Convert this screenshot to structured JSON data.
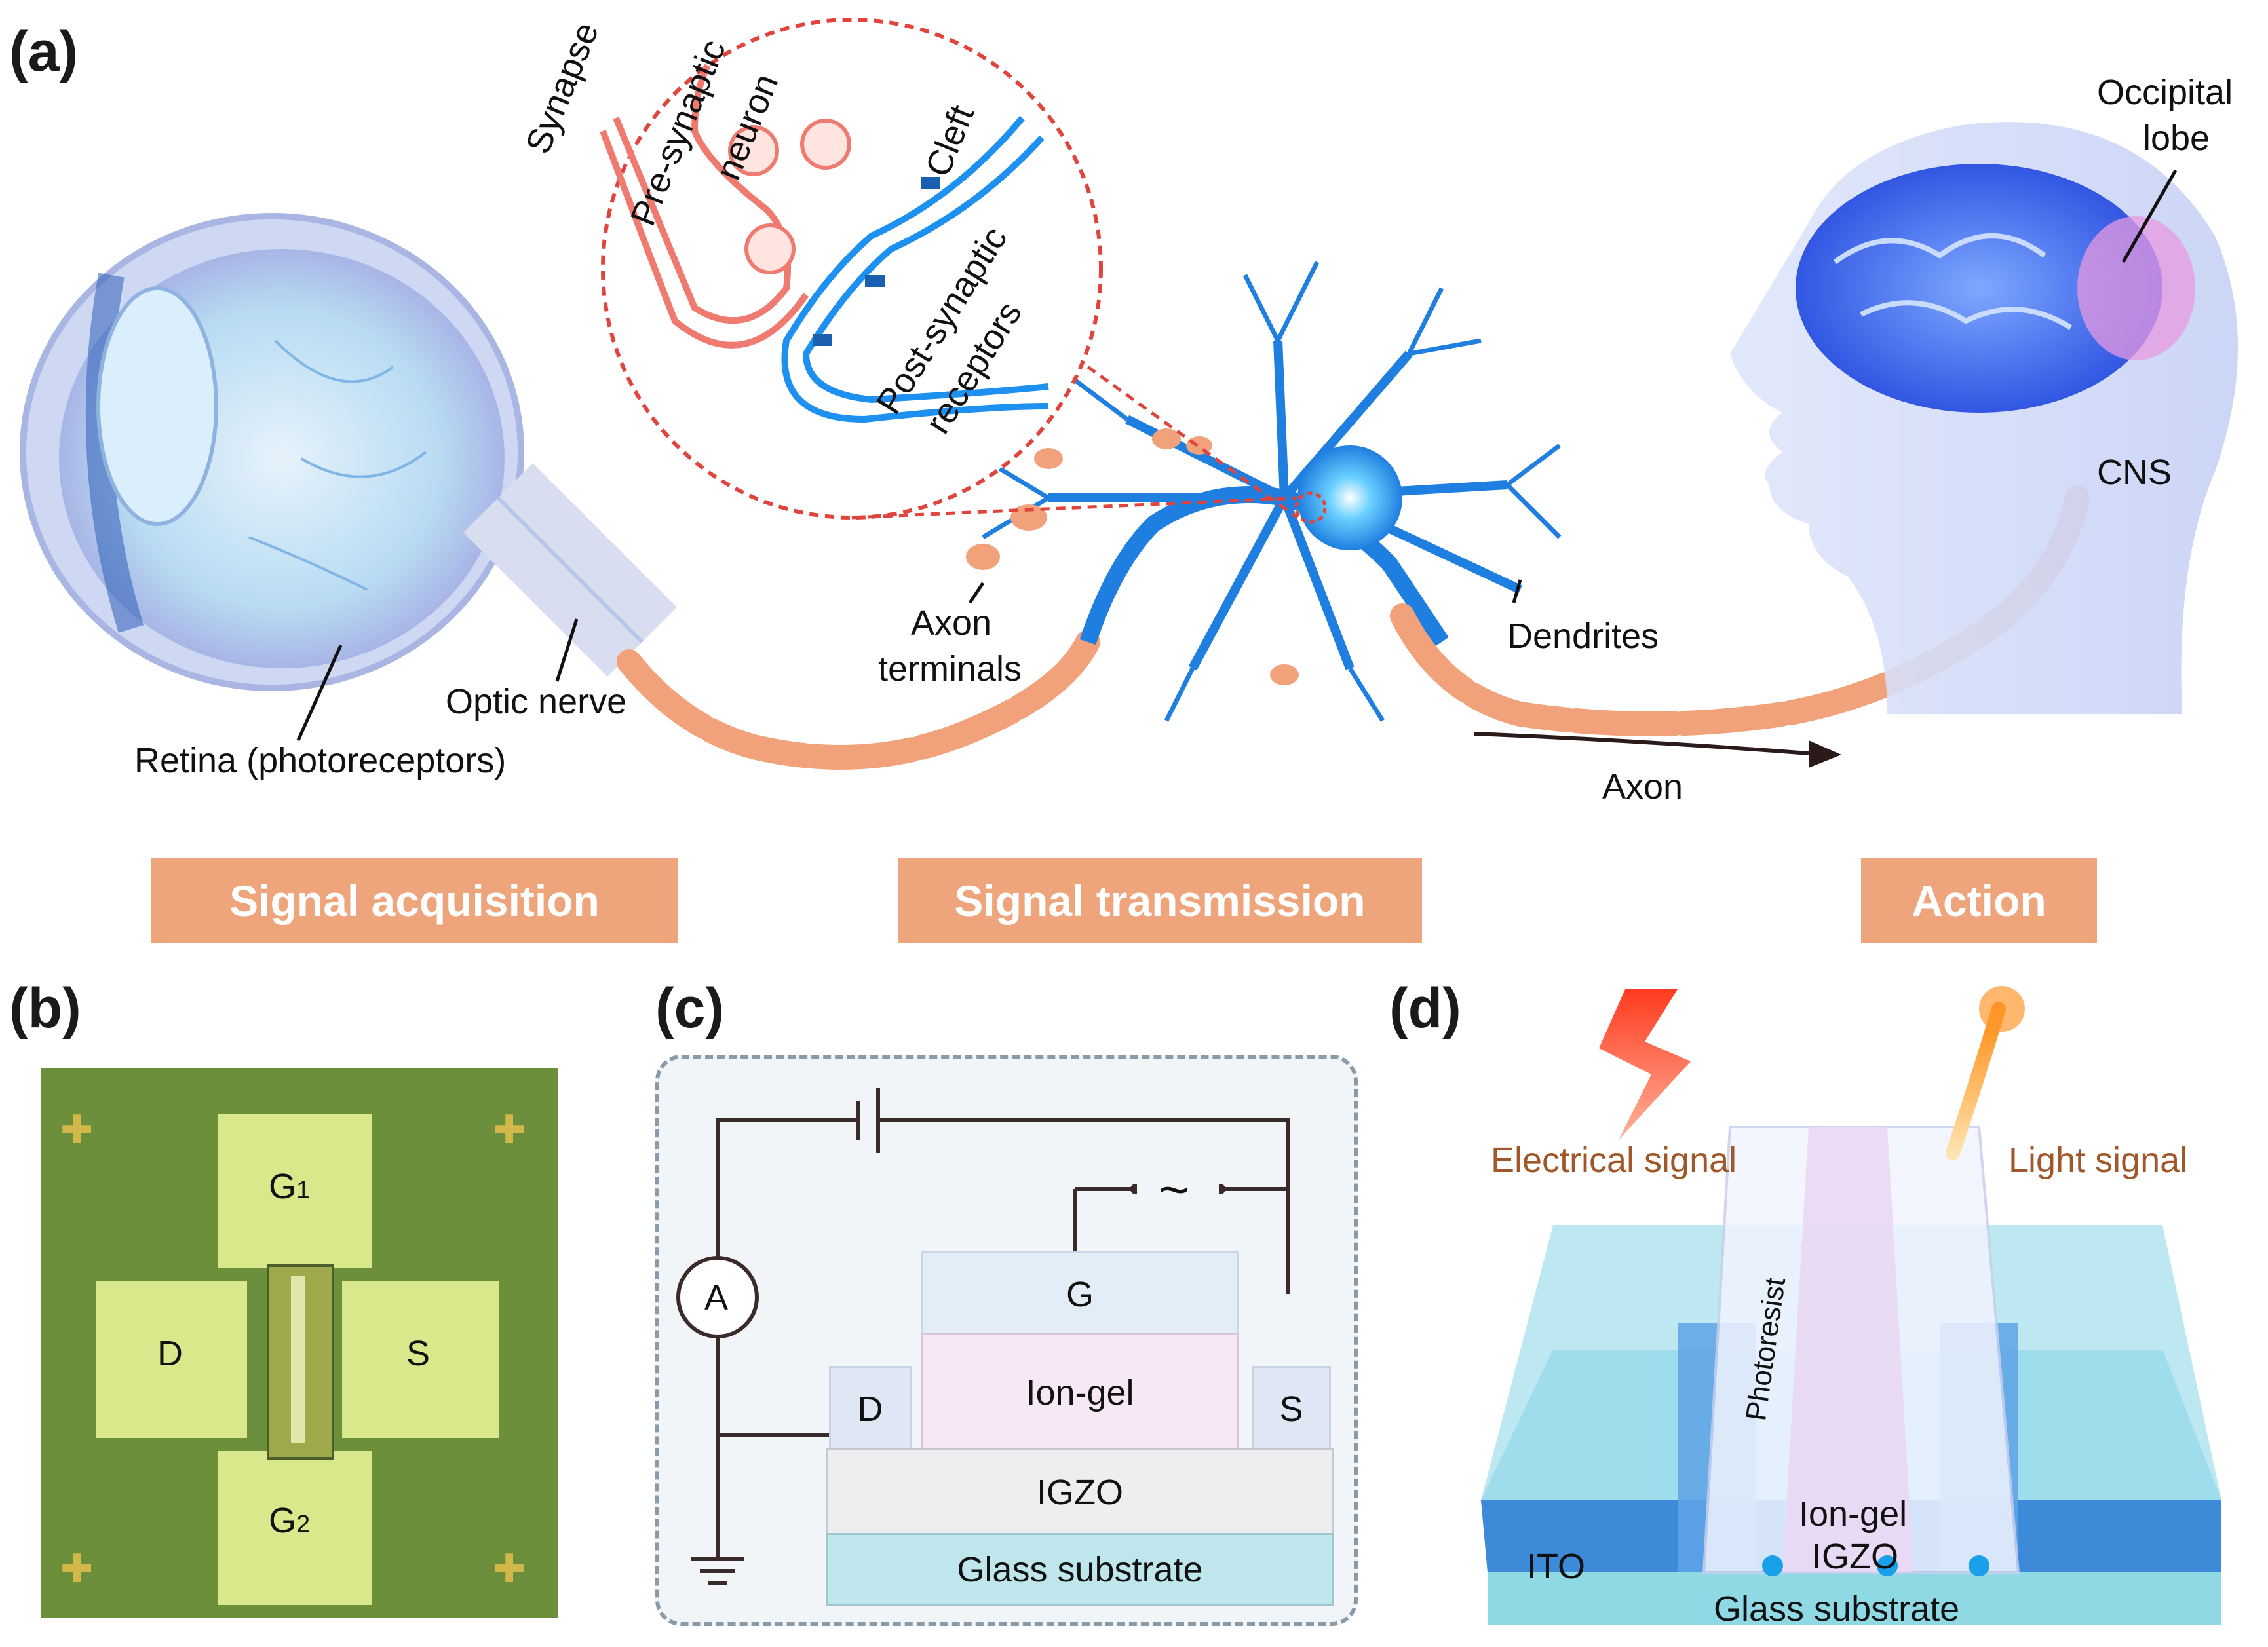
{
  "panels": {
    "a": "(a)",
    "b": "(b)",
    "c": "(c)",
    "d": "(d)"
  },
  "panel_a": {
    "labels": {
      "synapse": "Synapse",
      "pre_synaptic": "Pre-synaptic",
      "neuron": "neuron",
      "cleft": "Cleft",
      "post_synaptic": "Post-synaptic",
      "receptors": "receptors",
      "occipital": "Occipital",
      "lobe": "lobe",
      "cns": "CNS",
      "axon_terminals_1": "Axon",
      "axon_terminals_2": "terminals",
      "dendrites": "Dendrites",
      "optic_nerve": "Optic nerve",
      "retina": "Retina (photoreceptors)",
      "axon": "Axon"
    },
    "stages": [
      "Signal acquisition",
      "Signal transmission",
      "Action"
    ]
  },
  "panel_b": {
    "pads": {
      "g1": "G",
      "g1_sub": "1",
      "g2": "G",
      "g2_sub": "2",
      "d": "D",
      "s": "S"
    }
  },
  "panel_c": {
    "ammeter": "A",
    "ac_source": "~",
    "layers": {
      "gate": "G",
      "ion_gel": "Ion-gel",
      "drain": "D",
      "source": "S",
      "igzo": "IGZO",
      "glass": "Glass substrate"
    }
  },
  "panel_d": {
    "electrical": "Electrical signal",
    "light": "Light signal",
    "photoresist": "Photoresist",
    "ion_gel": "Ion-gel",
    "igzo": "IGZO",
    "ito": "ITO",
    "glass": "Glass substrate"
  },
  "colors": {
    "stage_bar": "#efa57c",
    "neuron_blue": "#1e7fe0",
    "synapse_red": "#e0443c",
    "myelin": "#f2a27a",
    "micrograph_bg": "#6b8f3a",
    "pad": "#d8e88a"
  }
}
